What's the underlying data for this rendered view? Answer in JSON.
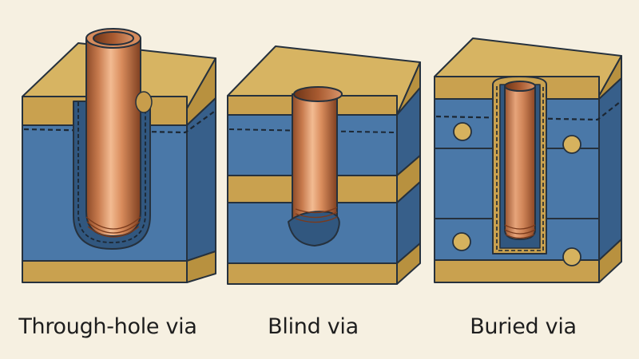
{
  "captions": {
    "through_hole": "Through-hole via",
    "blind": "Blind via",
    "buried": "Buried via"
  },
  "colors": {
    "background": "#f6f0e1",
    "substrate": "#4a78a8",
    "copper_layer": "#d6b25e",
    "via_copper": "#c9794c",
    "outline": "#26313d"
  }
}
